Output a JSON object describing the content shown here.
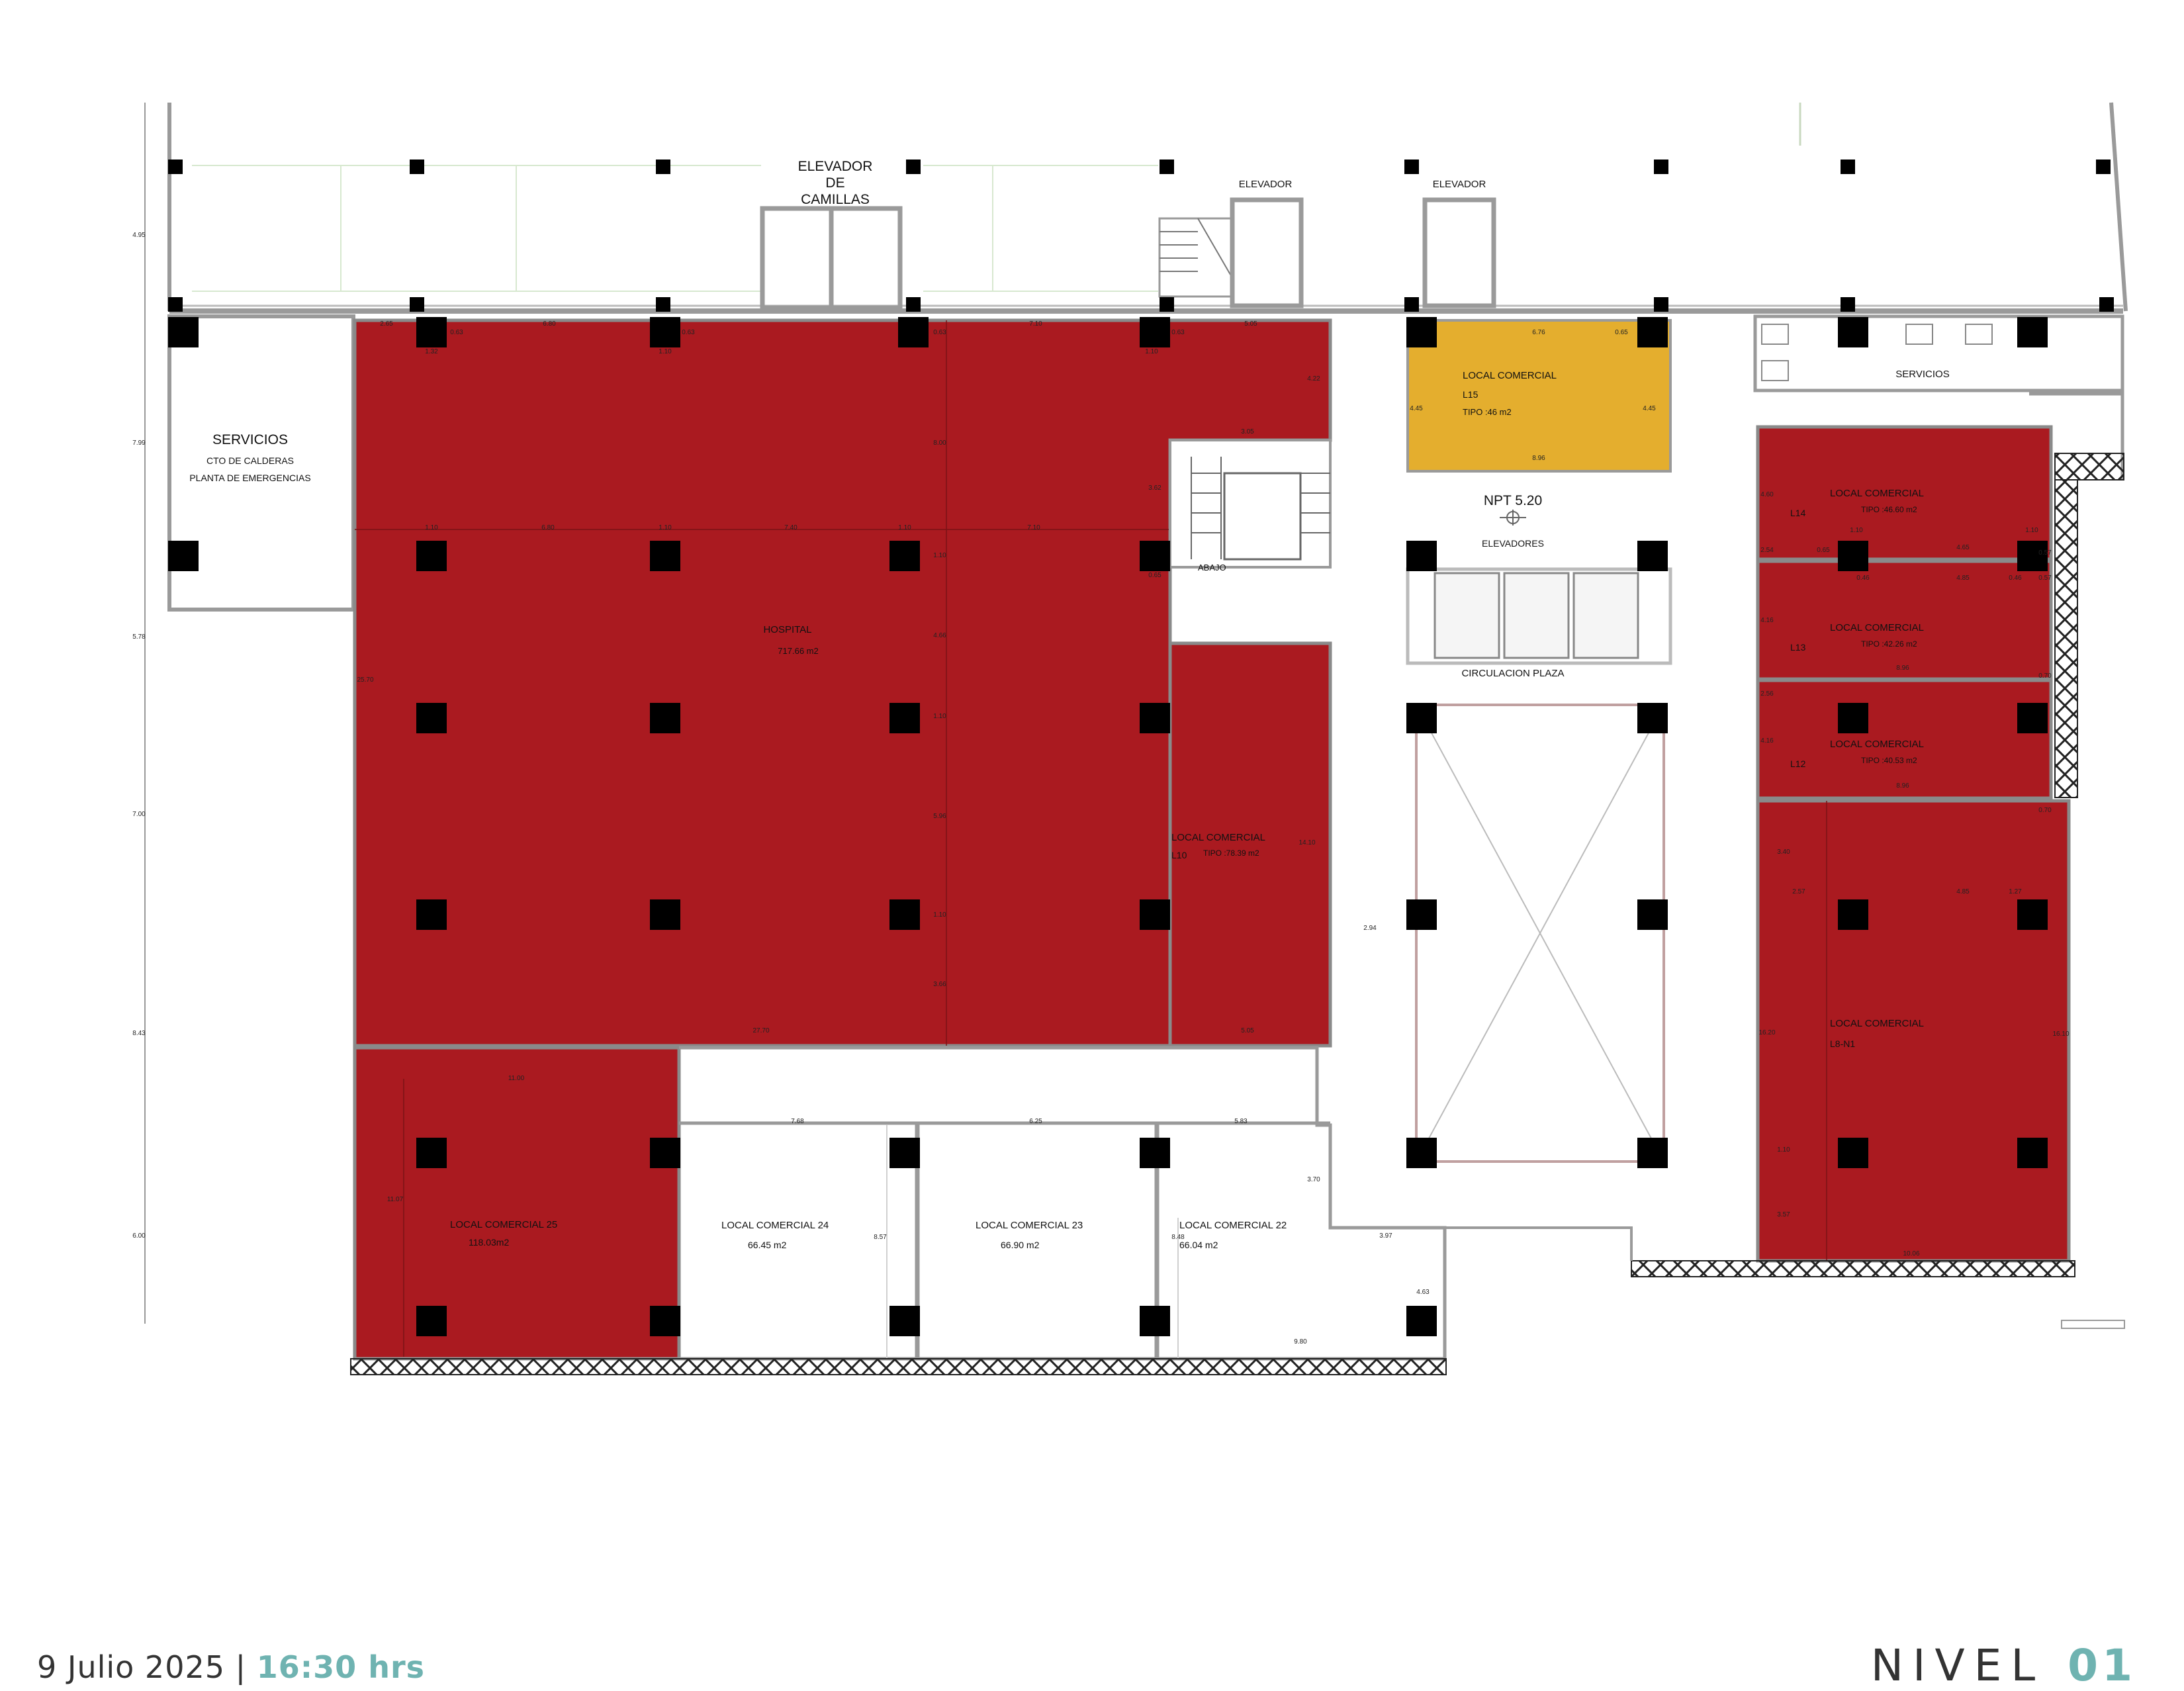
{
  "colors": {
    "occupied": "#aa1a20",
    "available": "#e4ae2e",
    "wall": "#9a9a9a",
    "column": "#000000",
    "accent": "#6fb3b1"
  },
  "labels": {
    "elevador_camillas": [
      "ELEVADOR",
      "DE",
      "CAMILLAS"
    ],
    "elevador_1": "ELEVADOR",
    "elevador_2": "ELEVADOR",
    "servicios_left": "SERVICIOS",
    "cto_calderas": "CTO DE CALDERAS",
    "planta_emergencias": "PLANTA DE EMERGENCIAS",
    "hospital": "HOSPITAL",
    "hospital_area": "717.66 m2",
    "abajo": "ABAJO",
    "l10_name": "LOCAL COMERCIAL",
    "l10_code": "L10",
    "l10_tipo": "TIPO :78.39 m2",
    "l15_name": "LOCAL COMERCIAL",
    "l15_code": "L15",
    "l15_tipo": "TIPO :46 m2",
    "npt": "NPT 5.20",
    "elevadores": "ELEVADORES",
    "circulacion": "CIRCULACION PLAZA",
    "servicios_right": "SERVICIOS",
    "l14_name": "LOCAL COMERCIAL",
    "l14_code": "L14",
    "l14_tipo": "TIPO :46.60 m2",
    "l13_name": "LOCAL COMERCIAL",
    "l13_code": "L13",
    "l13_tipo": "TIPO :42.26 m2",
    "l12_name": "LOCAL COMERCIAL",
    "l12_code": "L12",
    "l12_tipo": "TIPO :40.53 m2",
    "l8_name": "LOCAL COMERCIAL",
    "l8_code": "L8-N1",
    "l25_name": "LOCAL COMERCIAL  25",
    "l25_area": "118.03m2",
    "l24_name": "LOCAL COMERCIAL  24",
    "l24_area": "66.45 m2",
    "l23_name": "LOCAL COMERCIAL  23",
    "l23_area": "66.90 m2",
    "l22_name": "LOCAL COMERCIAL  22",
    "l22_area": "66.04 m2"
  },
  "dimensions": {
    "left_axis": [
      "4.95",
      "7.99",
      "5.78",
      "7.00",
      "8.43",
      "6.00"
    ],
    "hospital_top": [
      "2.65",
      "0.63",
      "1.32",
      "6.80",
      "0.63",
      "1.10",
      "0.63",
      "7.10",
      "0.63",
      "1.10",
      "5.05"
    ],
    "hospital_inner": [
      "1.10",
      "6.80",
      "1.10",
      "7.40",
      "1.10",
      "7.10",
      "8.00",
      "3.05",
      "4.22",
      "3.62",
      "1.10",
      "0.65",
      "4.66",
      "1.10",
      "5.96",
      "1.10",
      "3.66",
      "27.70",
      "5.05",
      "25.70",
      "14.10",
      "2.94"
    ],
    "l15": [
      "6.76",
      "0.65",
      "4.45",
      "4.45",
      "8.96"
    ],
    "right_block": [
      "4.60",
      "1.10",
      "4.65",
      "1.10",
      "0.57",
      "2.54",
      "0.65",
      "0.46",
      "4.85",
      "0.46",
      "0.57",
      "4.16",
      "8.96",
      "0.70",
      "4.16",
      "2.56",
      "8.96",
      "0.70",
      "3.40",
      "2.57",
      "4.85",
      "1.27",
      "16.20",
      "16.10",
      "1.10",
      "3.57",
      "10.06"
    ],
    "bottom": [
      "11.00",
      "11.07",
      "7.68",
      "6.25",
      "5.83",
      "3.70",
      "8.57",
      "8.48",
      "3.97",
      "4.63",
      "9.80"
    ]
  },
  "footer": {
    "date": "9 Julio 2025",
    "separator": "|",
    "time": "16:30 hrs",
    "level_word": "NIVEL",
    "level_num": "01"
  }
}
